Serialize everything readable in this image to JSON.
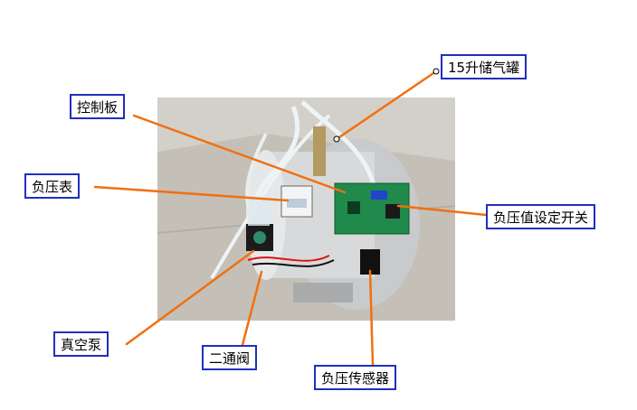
{
  "labels": {
    "tank": "15升储气罐",
    "control_board": "控制板",
    "gauge": "负压表",
    "setting_switch": "负压值设定开关",
    "vacuum_pump": "真空泵",
    "two_way_valve": "二通阀",
    "sensor": "负压传感器"
  },
  "colors": {
    "leader_line": "#f07010",
    "label_border": "#1f2fbf",
    "pcb": "#1f8a4c"
  }
}
